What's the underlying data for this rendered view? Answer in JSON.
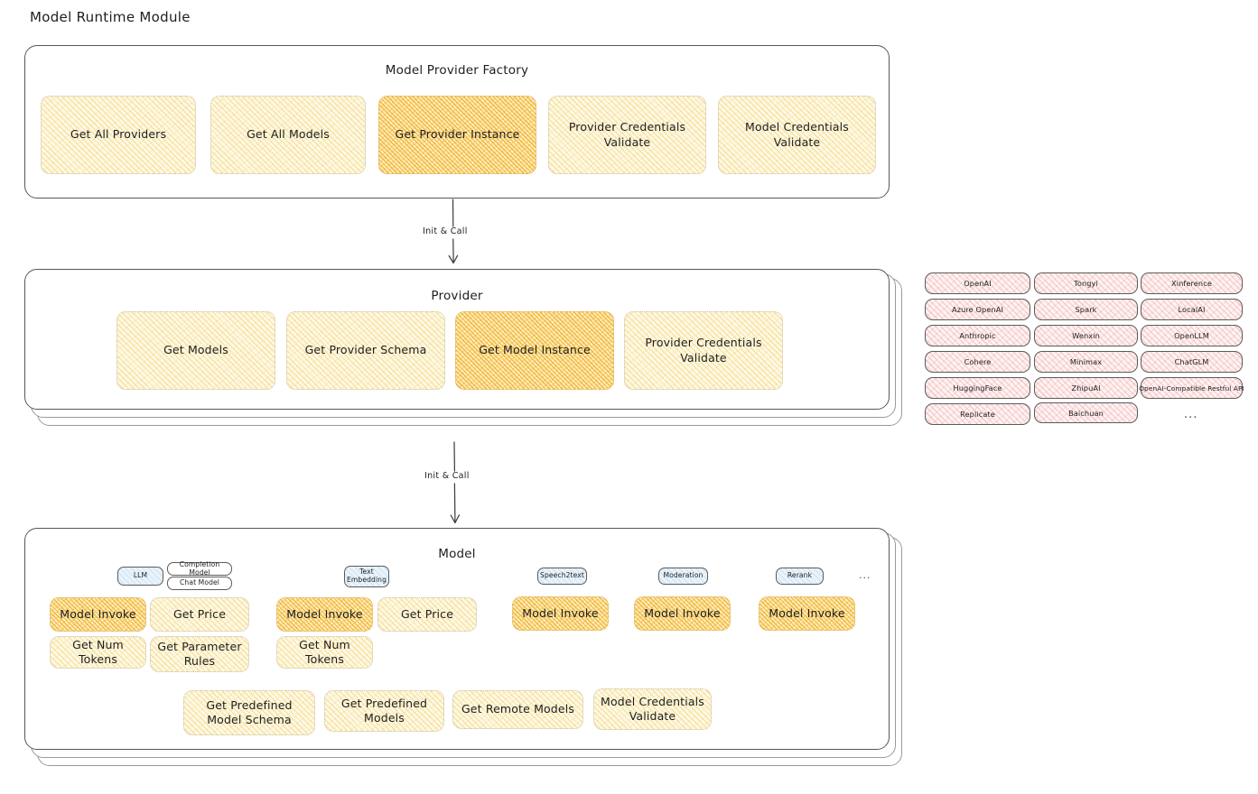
{
  "page": {
    "title": "Model Runtime Module"
  },
  "factory": {
    "title": "Model Provider Factory",
    "methods": [
      {
        "label": "Get All Providers",
        "highlighted": false
      },
      {
        "label": "Get All Models",
        "highlighted": false
      },
      {
        "label": "Get Provider Instance",
        "highlighted": true
      },
      {
        "label": "Provider Credentials Validate",
        "highlighted": false
      },
      {
        "label": "Model Credentials Validate",
        "highlighted": false
      }
    ]
  },
  "arrow1": {
    "label": "Init & Call"
  },
  "arrow2": {
    "label": "Init & Call"
  },
  "provider": {
    "title": "Provider",
    "methods": [
      {
        "label": "Get Models",
        "highlighted": false
      },
      {
        "label": "Get Provider Schema",
        "highlighted": false
      },
      {
        "label": "Get Model Instance",
        "highlighted": true
      },
      {
        "label": "Provider Credentials Validate",
        "highlighted": false
      }
    ]
  },
  "provider_list": {
    "columns": [
      {
        "items": [
          "OpenAI",
          "Azure OpenAI",
          "Anthropic",
          "Cohere",
          "HuggingFace",
          "Replicate"
        ]
      },
      {
        "items": [
          "Tongyi",
          "Spark",
          "Wenxin",
          "Minimax",
          "ZhipuAI",
          "Baichuan"
        ]
      },
      {
        "items": [
          "Xinference",
          "LocalAI",
          "OpenLLM",
          "ChatGLM",
          "OpenAI-Compatible Restful API"
        ]
      }
    ],
    "more": "..."
  },
  "model": {
    "title": "Model",
    "more": "...",
    "types": [
      {
        "name": "LLM",
        "subtypes": [
          "Completion Model",
          "Chat Model"
        ],
        "methods": [
          {
            "label": "Model Invoke",
            "highlighted": true
          },
          {
            "label": "Get Price",
            "highlighted": false
          },
          {
            "label": "Get Num Tokens",
            "highlighted": false
          },
          {
            "label": "Get Parameter Rules",
            "highlighted": false
          }
        ]
      },
      {
        "name": "Text Embedding",
        "subtypes": [],
        "methods": [
          {
            "label": "Model Invoke",
            "highlighted": true
          },
          {
            "label": "Get Price",
            "highlighted": false
          },
          {
            "label": "Get Num Tokens",
            "highlighted": false
          }
        ]
      },
      {
        "name": "Speech2text",
        "subtypes": [],
        "methods": [
          {
            "label": "Model Invoke",
            "highlighted": true
          }
        ]
      },
      {
        "name": "Moderation",
        "subtypes": [],
        "methods": [
          {
            "label": "Model Invoke",
            "highlighted": true
          }
        ]
      },
      {
        "name": "Rerank",
        "subtypes": [],
        "methods": [
          {
            "label": "Model Invoke",
            "highlighted": true
          }
        ]
      }
    ],
    "shared_methods": [
      {
        "label": "Get Predefined Model Schema"
      },
      {
        "label": "Get Predefined Models"
      },
      {
        "label": "Get Remote Models"
      },
      {
        "label": "Model Credentials Validate"
      }
    ]
  },
  "colors": {
    "fill_light": "#fdf8e6",
    "fill_strong": "#fdecc3",
    "hachure_yellow": "#f0b429",
    "fill_pink": "#fdf2f2",
    "hachure_red": "#e03131",
    "fill_blue": "#e9f3fb",
    "hachure_blue": "#3691d6",
    "stroke": "#1e1e1e",
    "container_stroke": "#585858"
  }
}
